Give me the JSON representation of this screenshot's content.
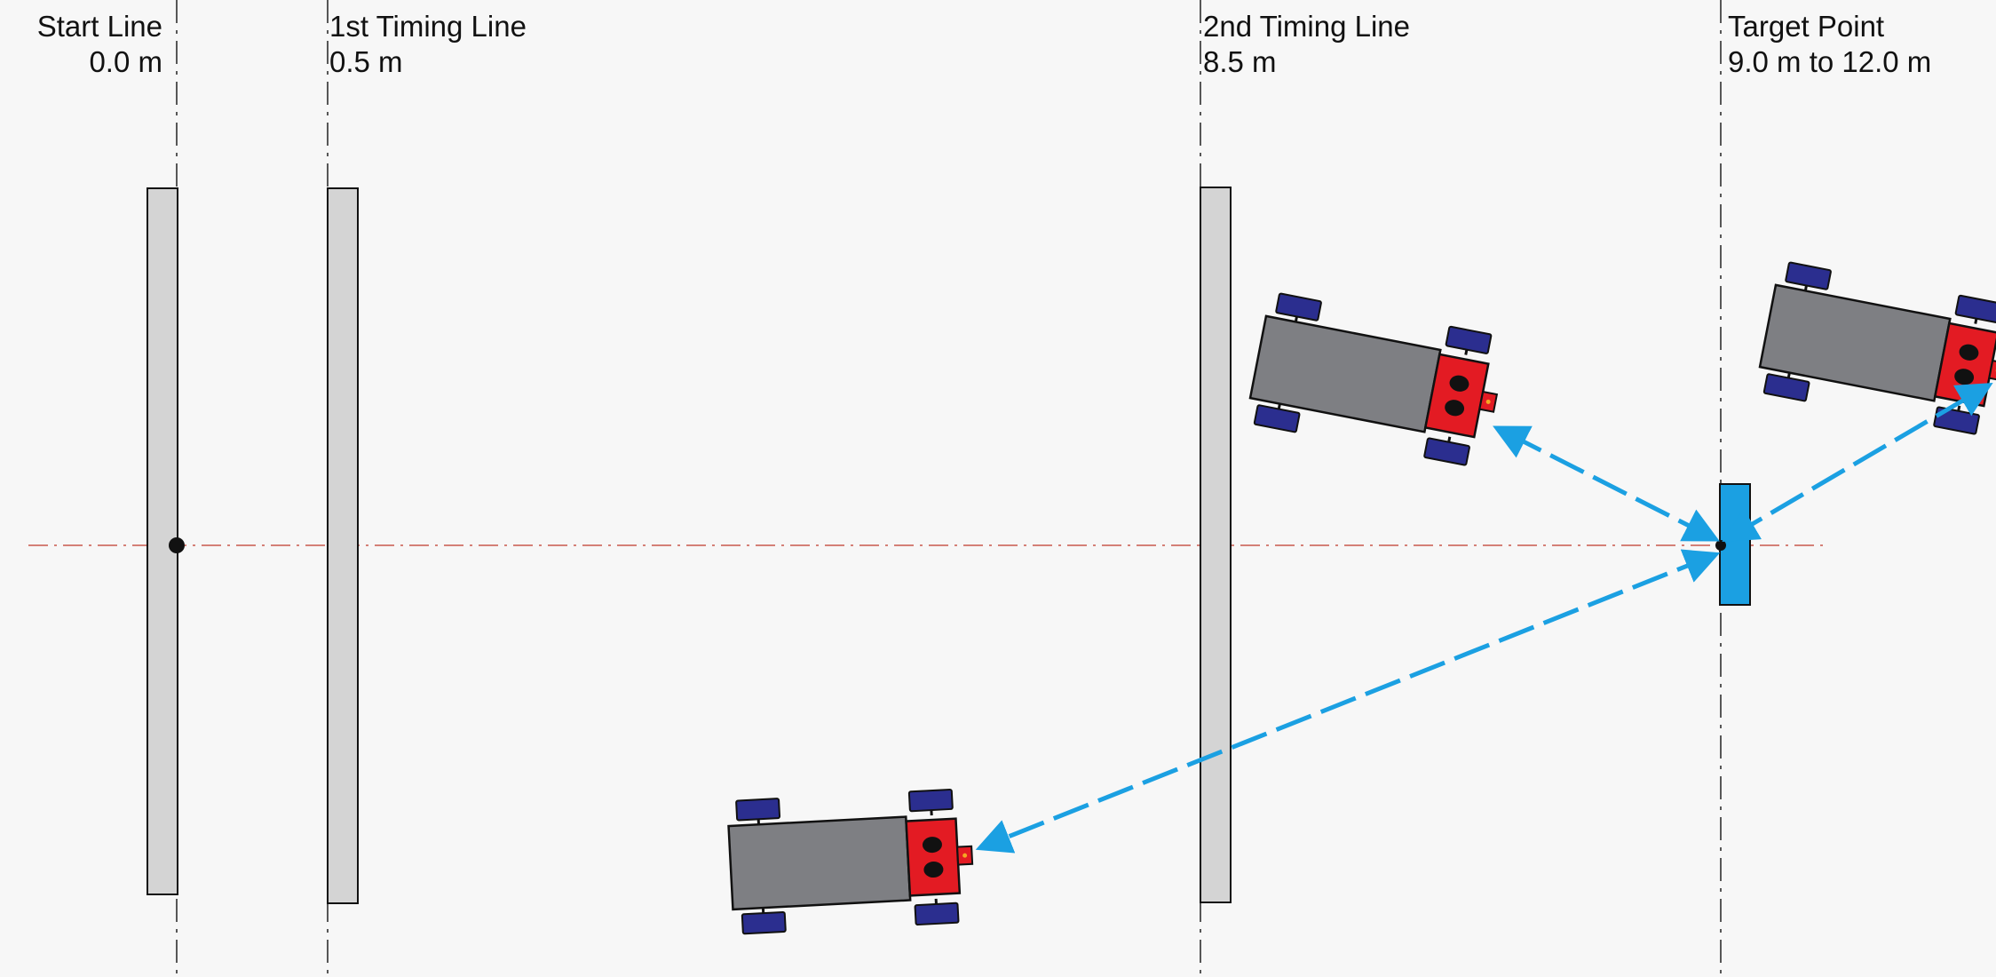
{
  "labels": {
    "start": {
      "name": "Start Line",
      "distance": "0.0 m"
    },
    "timing1": {
      "name": "1st Timing Line",
      "distance": "0.5 m"
    },
    "timing2": {
      "name": "2nd Timing Line",
      "distance": "8.5 m"
    },
    "target": {
      "name": "Target Point",
      "distance": "9.0 m to 12.0 m"
    }
  },
  "colors": {
    "background": "#f7f7f7",
    "gate_fill": "#d4d4d4",
    "target_fill": "#1ba0e2",
    "arrow": "#1ba0e2",
    "centerline": "#c0392b",
    "vehicle_body": "#7e7f83",
    "vehicle_nose": "#e31b23",
    "wheel": "#2b2e8f"
  },
  "vehicles": [
    {
      "id": "upper-middle"
    },
    {
      "id": "upper-right"
    },
    {
      "id": "lower-left"
    }
  ]
}
